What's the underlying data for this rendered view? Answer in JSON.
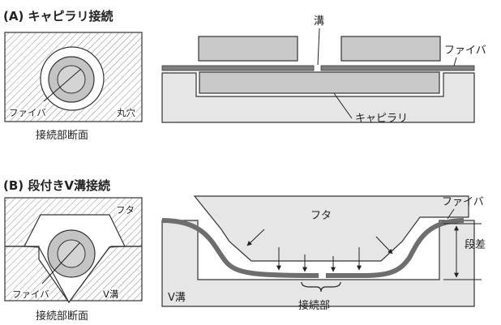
{
  "section_a": {
    "title": "(A) キャピラリ接続",
    "cross_section": {
      "fiber_label": "ファイバ",
      "hole_label": "丸穴",
      "caption": "接続部断面"
    },
    "side_view": {
      "groove_label": "溝",
      "fiber_label": "ファイバ",
      "capillary_label": "キャピラリ"
    }
  },
  "section_b": {
    "title": "(B) 段付きV溝接続",
    "cross_section": {
      "lid_label": "フタ",
      "fiber_label": "ファイバ",
      "vgroove_label": "V溝",
      "caption": "接続部断面"
    },
    "side_view": {
      "lid_label": "フタ",
      "fiber_label": "ファイバ",
      "step_label": "段差",
      "vgroove_label": "V溝",
      "joint_label": "接続部"
    }
  },
  "colors": {
    "hatch": "#888888",
    "body_fill": "#e6e6e6",
    "block_fill": "#c9c9c9",
    "fiber_fill": "#808080",
    "line": "#333333"
  }
}
